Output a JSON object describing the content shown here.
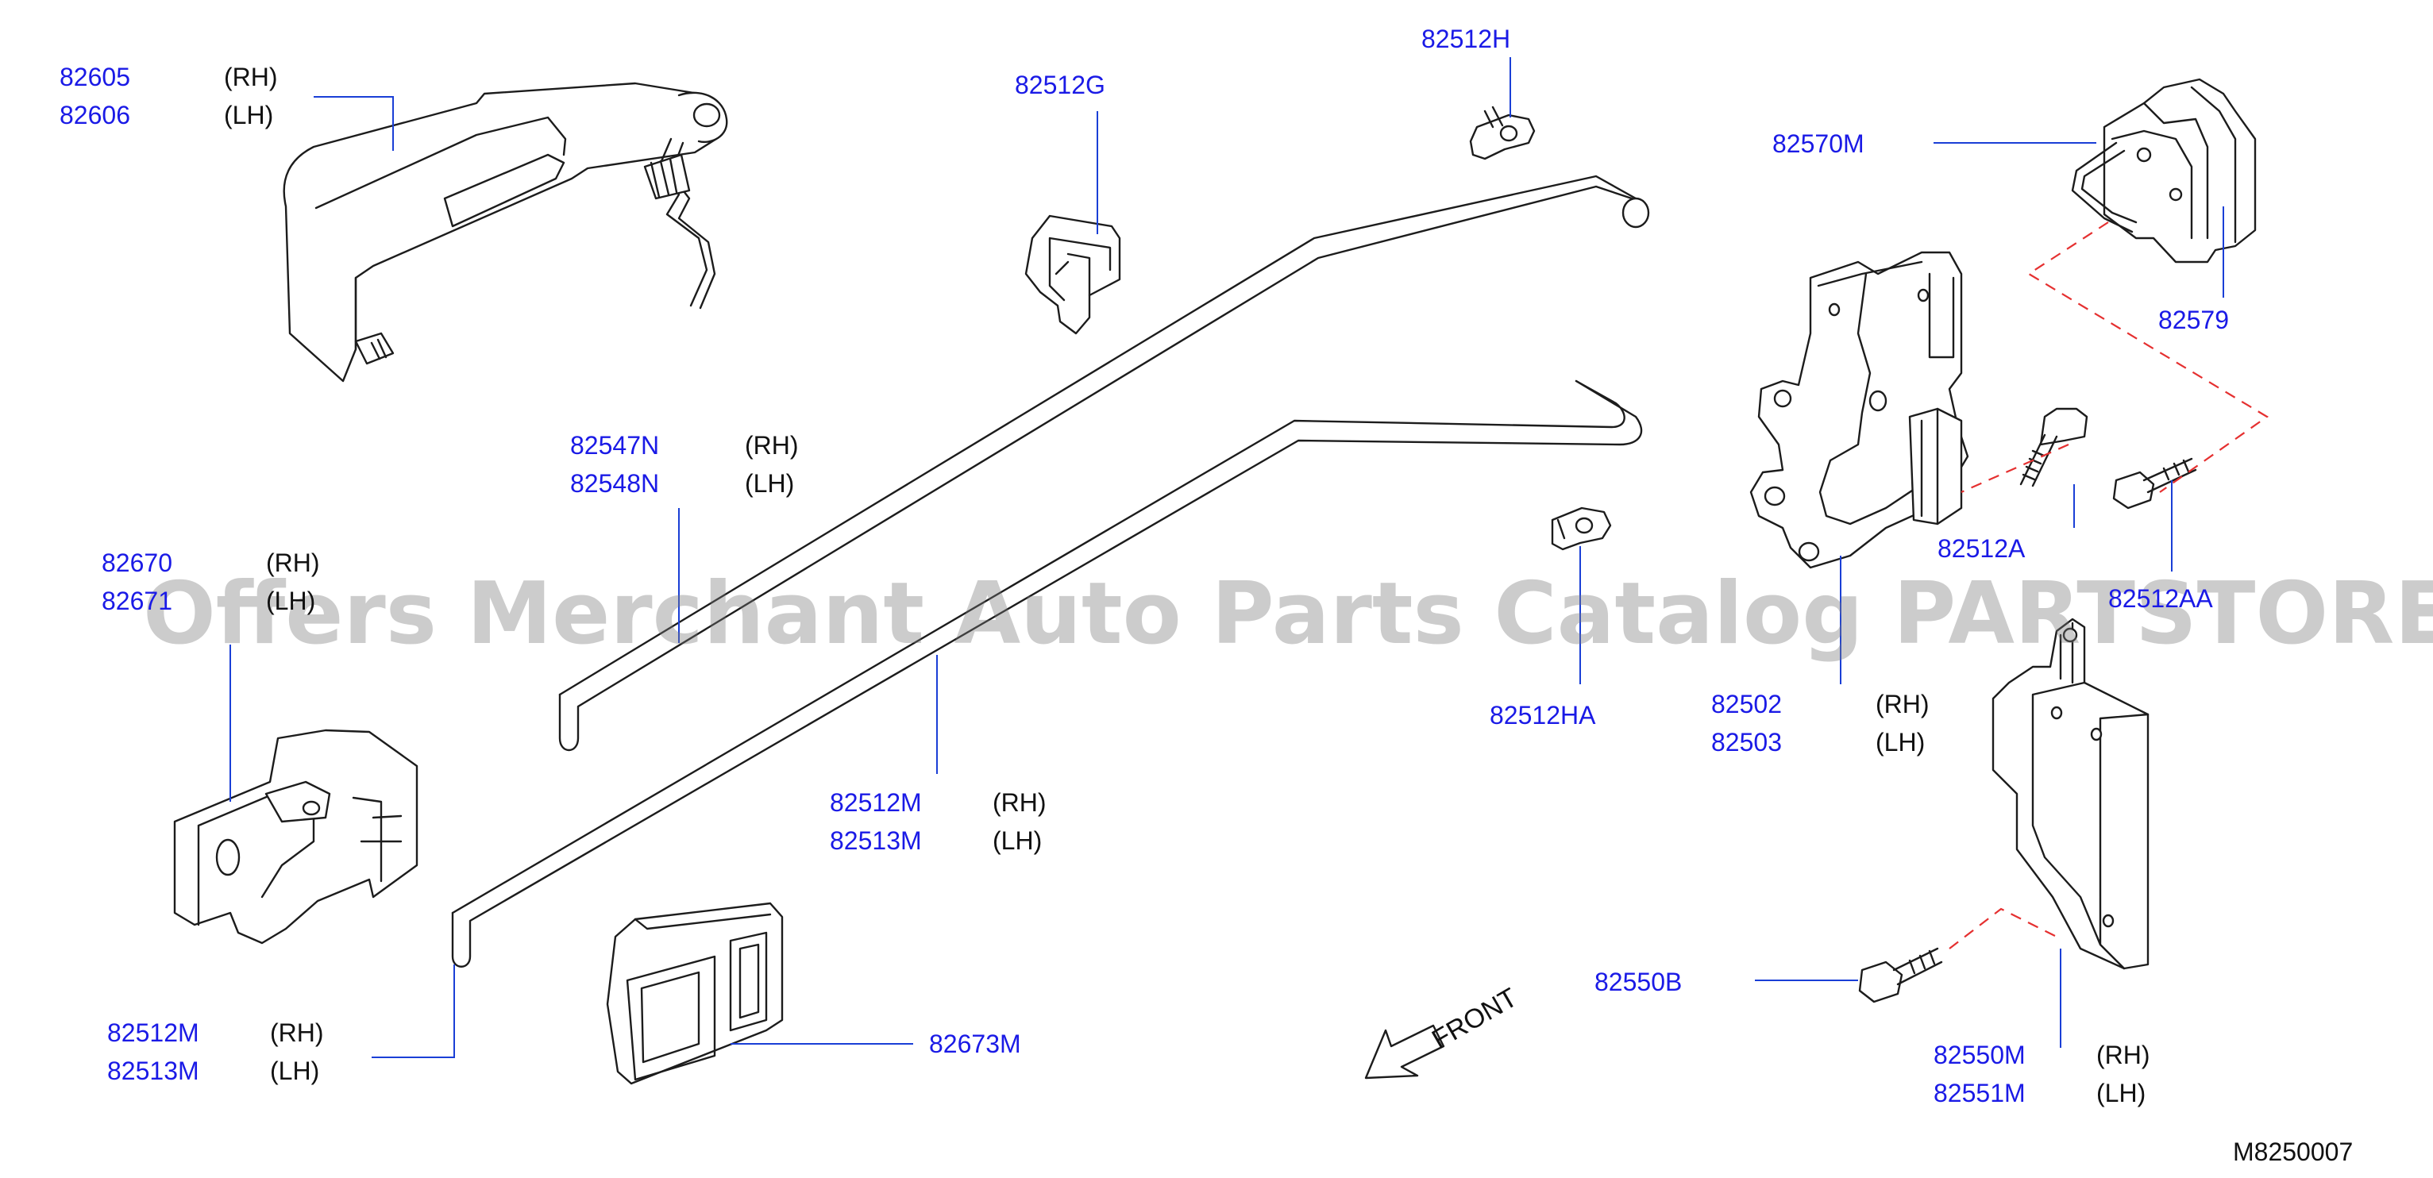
{
  "labels": {
    "p82605": "82605",
    "p82605_side": "(RH)",
    "p82606": "82606",
    "p82606_side": "(LH)",
    "p82512G": "82512G",
    "p82512H": "82512H",
    "p82570M": "82570M",
    "p82579": "82579",
    "p82547N": "82547N",
    "p82547N_side": "(RH)",
    "p82548N": "82548N",
    "p82548N_side": "(LH)",
    "p82670": "82670",
    "p82670_side": "(RH)",
    "p82671": "82671",
    "p82671_side": "(LH)",
    "p82512A": "82512A",
    "p82512AA": "82512AA",
    "p82512HA": "82512HA",
    "p82502": "82502",
    "p82502_side": "(RH)",
    "p82503": "82503",
    "p82503_side": "(LH)",
    "p82512M_mid": "82512M",
    "p82512M_mid_side": "(RH)",
    "p82513M_mid": "82513M",
    "p82513M_mid_side": "(LH)",
    "p82512M_low": "82512M",
    "p82512M_low_side": "(RH)",
    "p82513M_low": "82513M",
    "p82513M_low_side": "(LH)",
    "p82673M": "82673M",
    "p82550B": "82550B",
    "p82550M": "82550M",
    "p82550M_side": "(RH)",
    "p82551M": "82551M",
    "p82551M_side": "(LH)"
  },
  "front": "FRONT",
  "ref_code": "M8250007",
  "watermark": "Offers Merchant Auto Parts Catalog PARTSTORE.SA",
  "colors": {
    "label": "#1a1ae6",
    "leader": "#1a3fd6",
    "dashed": "#e53030",
    "line": "#1c1c1c"
  }
}
